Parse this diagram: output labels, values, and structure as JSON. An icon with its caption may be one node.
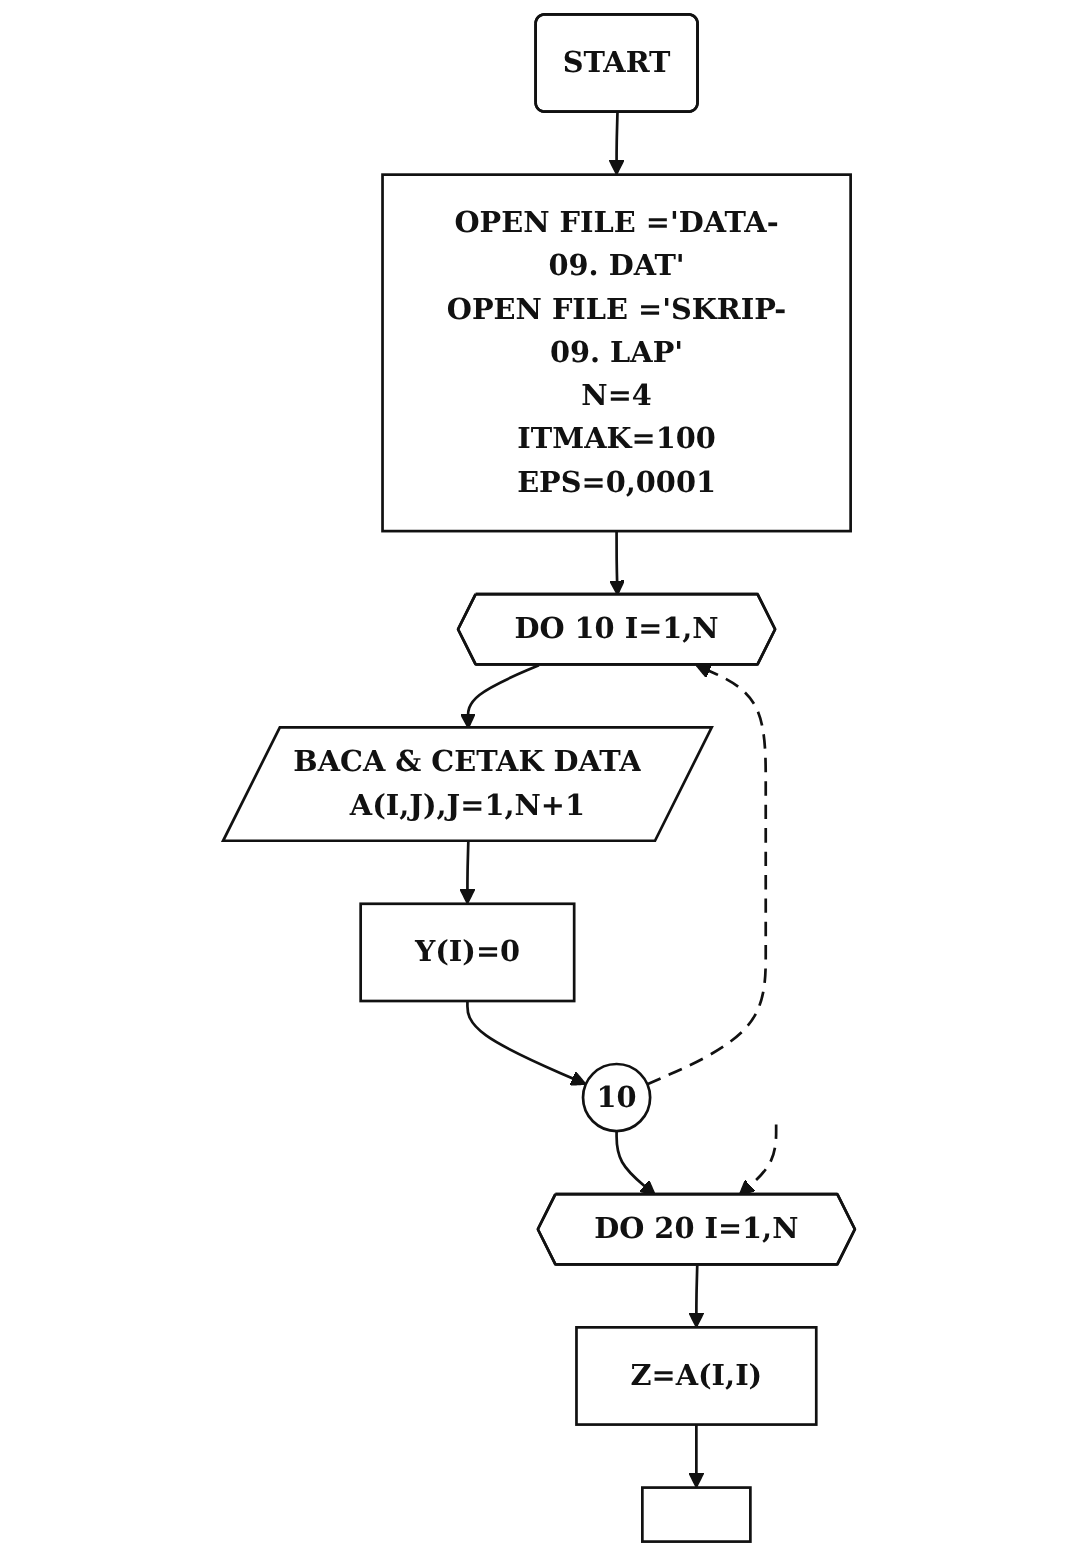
{
  "diagram": {
    "nodes": [
      {
        "text": [
          "START"
        ]
      },
      {
        "text": [
          "OPEN FILE ='DATA-09. DAT'",
          "OPEN FILE ='SKRIP-09. LAP'",
          "N=4",
          "ITMAK=100",
          "EPS=0,0001"
        ]
      },
      {
        "text": [
          "DO 10 I=1,N"
        ]
      },
      {
        "text": [
          "BACA & CETAK DATA",
          "A(I,J),J=1,N+1"
        ]
      },
      {
        "text": [
          "Y(I)=0"
        ]
      },
      {
        "text": [
          "10"
        ]
      },
      {
        "text": [
          "DO 20 I=1,N"
        ]
      },
      {
        "text": [
          "Z=A(I,I)"
        ]
      },
      {
        "text": [],
        "shape": "box"
      }
    ],
    "edges": [
      {
        "from": 0,
        "to": 1,
        "arrow": "to"
      },
      {
        "from": 1,
        "to": 2,
        "arrow": "to"
      },
      {
        "from": 2,
        "to": 3,
        "arrow": "to"
      },
      {
        "from": 3,
        "to": 4,
        "arrow": "to"
      },
      {
        "from": 4,
        "to": 5,
        "arrow": "to"
      },
      {
        "from": 5,
        "to": 2,
        "arrow": "to",
        "style": "dashed"
      },
      {
        "from": 5,
        "to": 6,
        "arrow": "to"
      },
      {
        "from": null,
        "to": 6,
        "arrow": "to",
        "style": "dashed"
      },
      {
        "from": 6,
        "to": 7,
        "arrow": "to"
      },
      {
        "from": 7,
        "to": 8,
        "arrow": "to"
      }
    ]
  }
}
